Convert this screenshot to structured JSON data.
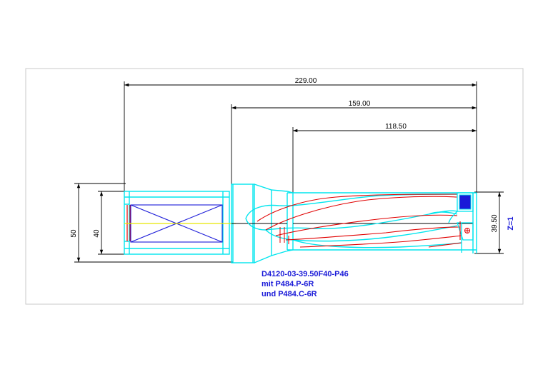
{
  "drawing": {
    "dimensions": {
      "length_total": "229.00",
      "length_middle": "159.00",
      "length_flutes": "118.50",
      "diameter_outer": "50",
      "diameter_shank": "40",
      "diameter_drill": "39.50"
    },
    "teeth_count": "Z=1",
    "part_label": {
      "line1": "D4120-03-39.50F40-P46",
      "line2": "mit P484.P-6R",
      "line3": "und P484.C-6R"
    }
  },
  "colors": {
    "outline": "#00e5ee",
    "dimension": "#000000",
    "flute": "#e00000",
    "cross": "#1a1ad8",
    "axis": "#e8e800",
    "insert": "#1a1ad8",
    "label": "#1a1ad8",
    "frame": "#c8c8c8"
  }
}
